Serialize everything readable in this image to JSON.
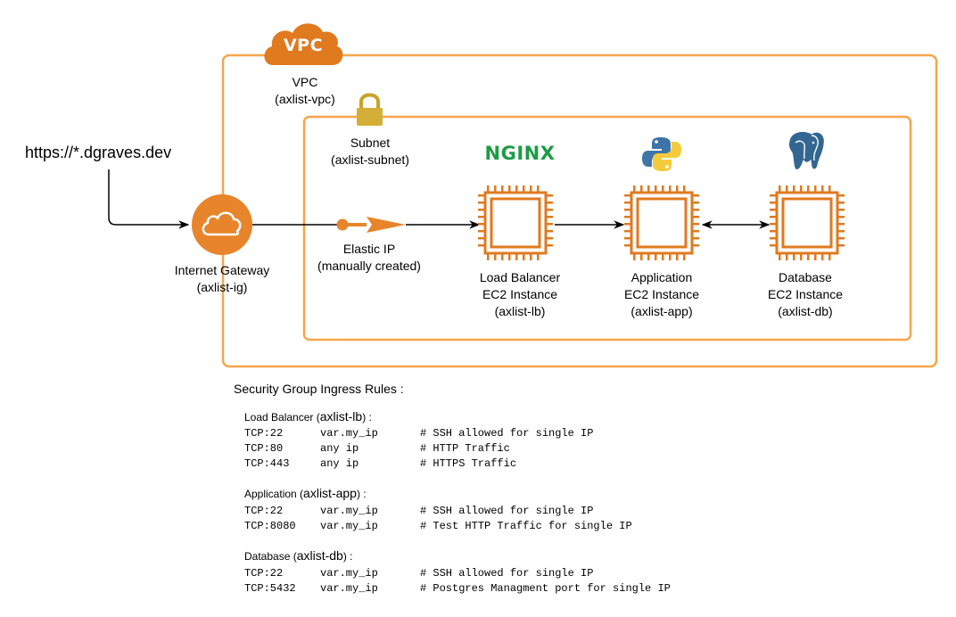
{
  "url": "https://*.dgraves.dev",
  "vpc": {
    "badge": "VPC",
    "name": "VPC",
    "id": "(axlist-vpc)"
  },
  "subnet": {
    "name": "Subnet",
    "id": "(axlist-subnet)"
  },
  "internet_gateway": {
    "name": "Internet Gateway",
    "id": "(axlist-ig)"
  },
  "elastic_ip": {
    "name": "Elastic IP",
    "note": "(manually created)"
  },
  "nginx_logo": "NGINX",
  "instances": [
    {
      "line1": "Load Balancer",
      "line2": "EC2 Instance",
      "id": "(axlist-lb)"
    },
    {
      "line1": "Application",
      "line2": "EC2 Instance",
      "id": "(axlist-app)"
    },
    {
      "line1": "Database",
      "line2": "EC2 Instance",
      "id": "(axlist-db)"
    }
  ],
  "colors": {
    "aws_orange": "#E07A1F",
    "vpc_border": "#F7A54A",
    "line": "#000000"
  },
  "security": {
    "title": "Security Group Ingress Rules :",
    "groups": [
      {
        "label": "Load Balancer (",
        "host": "axlist-lb",
        "suffix": ") :",
        "rules": [
          {
            "port": "TCP:22",
            "source": "var.my_ip",
            "comment": "# SSH allowed for single IP"
          },
          {
            "port": "TCP:80",
            "source": "any ip",
            "comment": "# HTTP Traffic"
          },
          {
            "port": "TCP:443",
            "source": "any ip",
            "comment": "# HTTPS Traffic"
          }
        ]
      },
      {
        "label": "Application (",
        "host": "axlist-app",
        "suffix": ") :",
        "rules": [
          {
            "port": "TCP:22",
            "source": "var.my_ip",
            "comment": "# SSH allowed for single IP"
          },
          {
            "port": "TCP:8080",
            "source": "var.my_ip",
            "comment": "# Test HTTP Traffic for single IP"
          }
        ]
      },
      {
        "label": "Database (",
        "host": "axlist-db",
        "suffix": ") :",
        "rules": [
          {
            "port": "TCP:22",
            "source": "var.my_ip",
            "comment": "# SSH allowed for single IP"
          },
          {
            "port": "TCP:5432",
            "source": "var.my_ip",
            "comment": "# Postgres Managment port for single IP"
          }
        ]
      }
    ]
  }
}
